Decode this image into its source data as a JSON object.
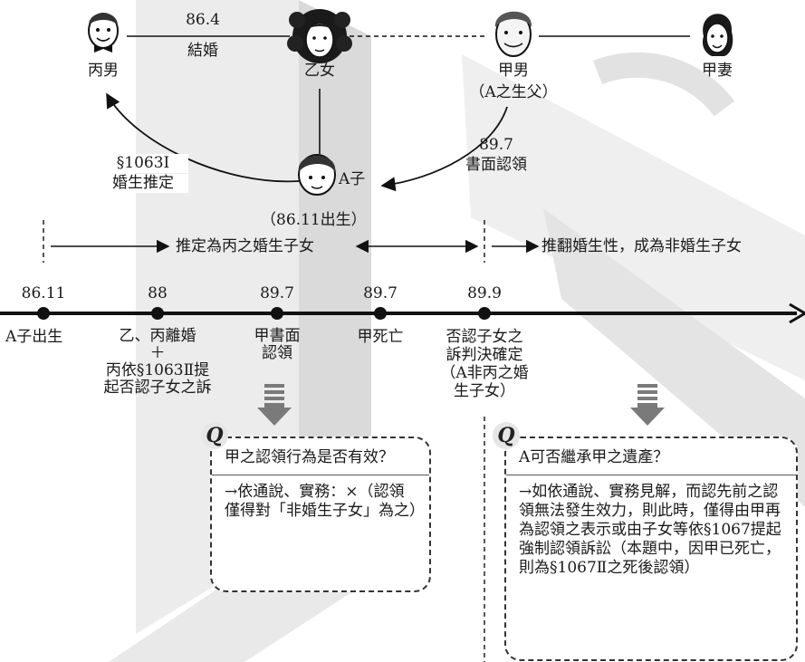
{
  "people": {
    "bing": "丙男",
    "yi": "乙女",
    "jia": "甲男",
    "jia_note": "（A之生父）",
    "jia_wife": "甲妻",
    "child": "A子",
    "child_birth": "（86.11出生）"
  },
  "relations": {
    "marriage_date": "86.4",
    "marriage_label": "結婚",
    "presume_law": "§1063Ⅰ",
    "presume_label": "婚生推定",
    "acknowledge_date": "89.7",
    "acknowledge_label": "書面認領"
  },
  "status": {
    "presumed": "推定為丙之婚生子女",
    "overturned": "推翻婚生性，成為非婚生子女"
  },
  "timeline": {
    "events": [
      {
        "date": "86.11",
        "desc": "A子出生"
      },
      {
        "date": "88",
        "desc": "乙、丙離婚\n＋\n丙依§1063Ⅱ提\n起否認子女之訴"
      },
      {
        "date": "89.7",
        "desc": "甲書面\n認領"
      },
      {
        "date": "89.7",
        "desc": "甲死亡"
      },
      {
        "date": "89.9",
        "desc": "否認子女之\n訴判決確定\n（A非丙之婚\n生子女）"
      }
    ]
  },
  "questions": [
    {
      "badge": "Q",
      "question": "甲之認領行為是否有效？",
      "answer": "→依通說、實務：×（認領僅得對「非婚生子女」為之）"
    },
    {
      "badge": "Q",
      "question": "A可否繼承甲之遺產？",
      "answer": "→如依通說、實務見解，而認先前之認領無法發生效力，則此時，僅得由甲再為認領之表示或由子女等依§1067提起強制認領訴訟（本題中，因甲已死亡，則為§1067Ⅱ之死後認領）"
    }
  ],
  "colors": {
    "watermark": "#e6e6e6",
    "watermark_dark": "#cfcfcf",
    "line": "#111111",
    "arrow_down": "#7a7a7a"
  }
}
